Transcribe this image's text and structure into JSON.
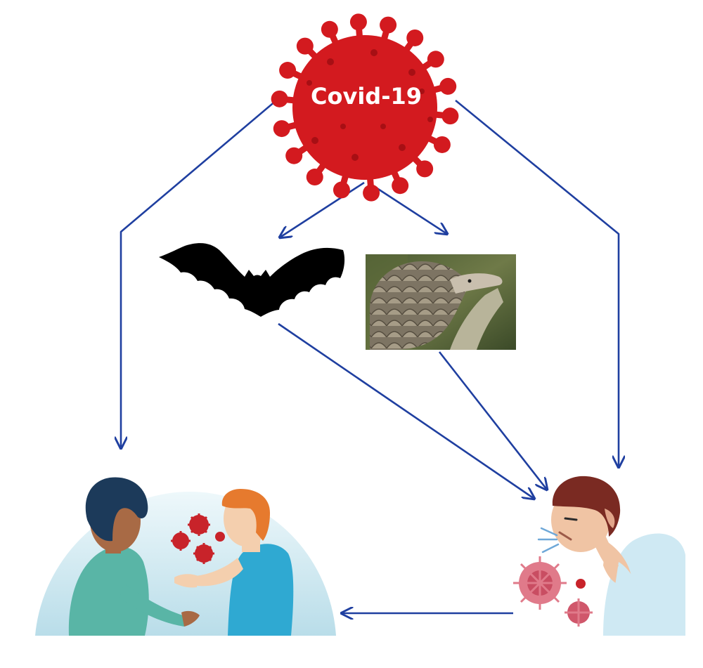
{
  "virus": {
    "label": "Covid-19",
    "color": "#d31a1f"
  },
  "colors": {
    "arrow": "#1f3fa0",
    "bat": "#000000",
    "pangolin_scales": "#8a8170",
    "background_arc": "#d9eef5",
    "particle": "#c8232a",
    "particle_light": "#e07a8a"
  },
  "nodes": [
    {
      "id": "virus",
      "icon": "coronavirus-icon"
    },
    {
      "id": "bat",
      "icon": "bat-silhouette"
    },
    {
      "id": "pangolin",
      "icon": "pangolin-photo"
    },
    {
      "id": "people-talking",
      "icon": "two-people-talking-illustration"
    },
    {
      "id": "sneezing-man",
      "icon": "sneezing-man-illustration"
    }
  ],
  "edges": [
    {
      "from": "virus",
      "to": "bat"
    },
    {
      "from": "virus",
      "to": "pangolin"
    },
    {
      "from": "virus",
      "to": "people-talking"
    },
    {
      "from": "virus",
      "to": "sneezing-man"
    },
    {
      "from": "bat",
      "to": "sneezing-man"
    },
    {
      "from": "pangolin",
      "to": "sneezing-man"
    },
    {
      "from": "sneezing-man",
      "to": "people-talking"
    }
  ]
}
